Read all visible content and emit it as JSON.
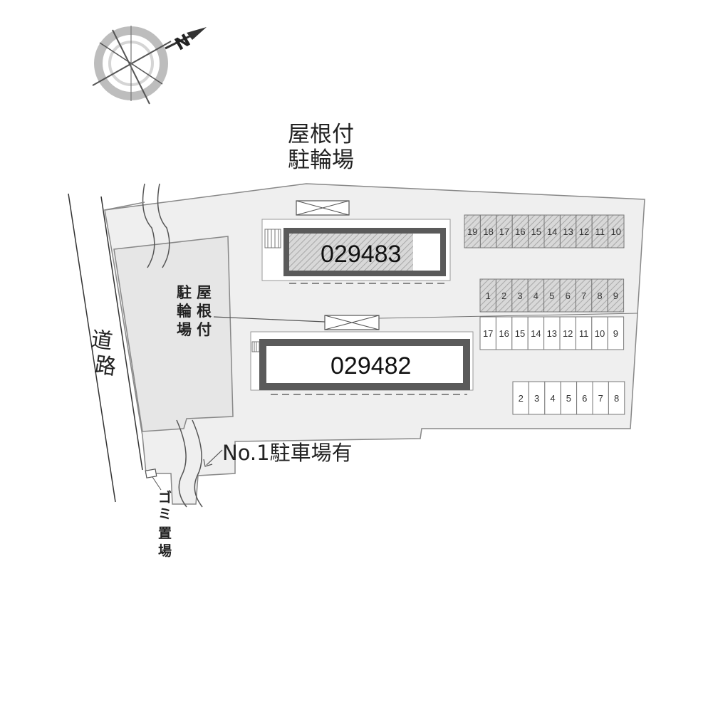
{
  "map": {
    "compass_label": "N",
    "buildings": [
      {
        "id": "029483"
      },
      {
        "id": "029482"
      }
    ],
    "labels": {
      "covered_bike_top_line1": "屋根付",
      "covered_bike_top_line2": "駐輪場",
      "covered_bike_left_col1": [
        "駐",
        "輪",
        "場"
      ],
      "covered_bike_left_col2": [
        "屋",
        "根",
        "付"
      ],
      "road": [
        "道",
        "路"
      ],
      "parking_note": "No.1駐車場有",
      "garbage": [
        "ゴ",
        "ミ",
        "置",
        "場"
      ]
    },
    "parking_rows": {
      "row_top": [
        "19",
        "18",
        "17",
        "16",
        "15",
        "14",
        "13",
        "12",
        "11",
        "10"
      ],
      "row_mid_shaded": [
        "1",
        "2",
        "3",
        "4",
        "5",
        "6",
        "7",
        "8",
        "9"
      ],
      "row_mid_plain": [
        "17",
        "16",
        "15",
        "14",
        "13",
        "12",
        "11",
        "10",
        "9"
      ],
      "row_bottom": [
        "2",
        "3",
        "4",
        "5",
        "6",
        "7",
        "8"
      ]
    },
    "colors": {
      "lot_fill": "#efefef",
      "outline": "#888888",
      "building_frame": "#5a5a5a",
      "hatch": "#b8b8b8"
    }
  }
}
